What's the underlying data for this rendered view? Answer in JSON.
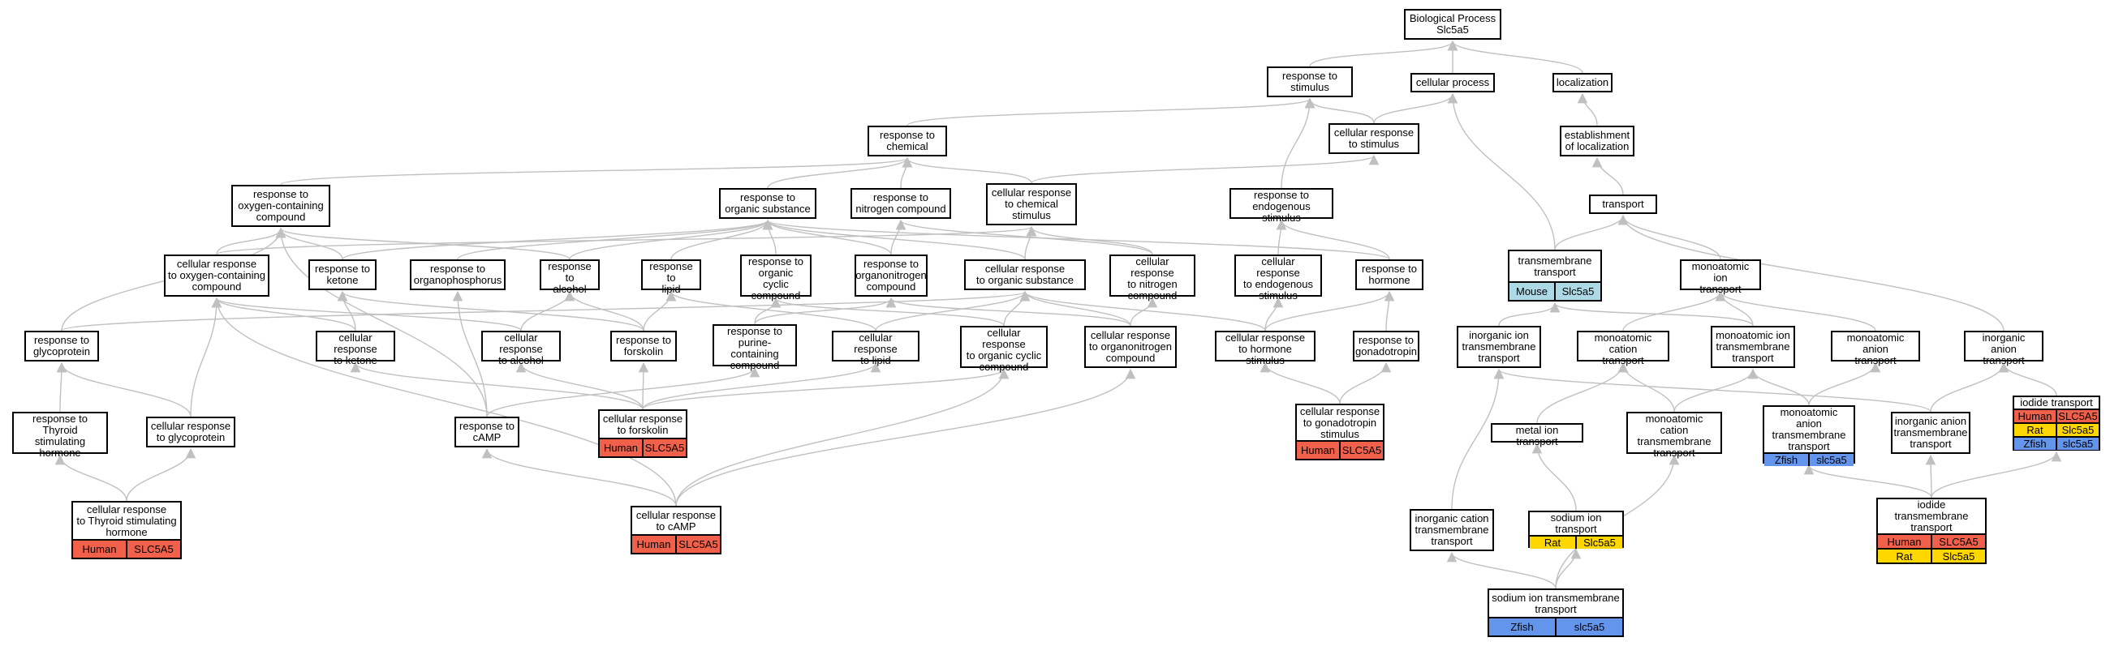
{
  "colors": {
    "edge": "#c0c0c0",
    "Human": "#f0604a",
    "Mouse": "#add8e6",
    "Rat": "#ffd700",
    "Zfish": "#6495ed"
  },
  "nodes": [
    {
      "id": "bp",
      "label": "Biological Process\nSlc5a5"
    },
    {
      "id": "rstim",
      "label": "response to\nstimulus"
    },
    {
      "id": "cproc",
      "label": "cellular process"
    },
    {
      "id": "loc",
      "label": "localization"
    },
    {
      "id": "rchem",
      "label": "response to\nchemical"
    },
    {
      "id": "crstim",
      "label": "cellular response\nto stimulus"
    },
    {
      "id": "estloc",
      "label": "establishment\nof localization"
    },
    {
      "id": "roxy",
      "label": "response to\noxygen-containing\ncompound"
    },
    {
      "id": "rorg",
      "label": "response to\norganic substance"
    },
    {
      "id": "rnit",
      "label": "response to\nnitrogen compound"
    },
    {
      "id": "crchem",
      "label": "cellular response\nto chemical\nstimulus"
    },
    {
      "id": "rendo",
      "label": "response to\nendogenous stimulus"
    },
    {
      "id": "transport",
      "label": "transport"
    },
    {
      "id": "croxy",
      "label": "cellular response\nto oxygen-containing\ncompound"
    },
    {
      "id": "rket",
      "label": "response to\nketone"
    },
    {
      "id": "rophos",
      "label": "response to\norganophosphorus"
    },
    {
      "id": "ralc",
      "label": "response to\nalcohol"
    },
    {
      "id": "rlip",
      "label": "response to\nlipid"
    },
    {
      "id": "rocyc",
      "label": "response to\norganic cyclic\ncompound"
    },
    {
      "id": "ronit",
      "label": "response to\norganonitrogen\ncompound"
    },
    {
      "id": "crorg",
      "label": "cellular response\nto organic substance"
    },
    {
      "id": "crnit",
      "label": "cellular response\nto nitrogen\ncompound"
    },
    {
      "id": "crendo",
      "label": "cellular response\nto endogenous\nstimulus"
    },
    {
      "id": "rhorm",
      "label": "response to\nhormone"
    },
    {
      "id": "tmt",
      "label": "transmembrane\ntransport",
      "ann": [
        [
          {
            "sp": "Mouse",
            "gene": "Slc5a5"
          }
        ]
      ]
    },
    {
      "id": "mit",
      "label": "monoatomic ion\ntransport"
    },
    {
      "id": "rglyco",
      "label": "response to\nglycoprotein"
    },
    {
      "id": "crket",
      "label": "cellular response\nto ketone"
    },
    {
      "id": "cralc",
      "label": "cellular response\nto alcohol"
    },
    {
      "id": "rforsk",
      "label": "response to\nforskolin"
    },
    {
      "id": "rpur",
      "label": "response to\npurine-containing\ncompound"
    },
    {
      "id": "crlip",
      "label": "cellular response\nto lipid"
    },
    {
      "id": "crocyc",
      "label": "cellular response\nto organic cyclic\ncompound"
    },
    {
      "id": "cronit",
      "label": "cellular response\nto organonitrogen\ncompound"
    },
    {
      "id": "crhorm",
      "label": "cellular response\nto hormone stimulus"
    },
    {
      "id": "rgonad",
      "label": "response to\ngonadotropin"
    },
    {
      "id": "iitmt",
      "label": "inorganic ion\ntransmembrane\ntransport"
    },
    {
      "id": "mcat",
      "label": "monoatomic cation\ntransport"
    },
    {
      "id": "mitmt",
      "label": "monoatomic ion\ntransmembrane\ntransport"
    },
    {
      "id": "mant",
      "label": "monoatomic anion\ntransport"
    },
    {
      "id": "iant",
      "label": "inorganic anion\ntransport"
    },
    {
      "id": "iodt",
      "label": "iodide transport",
      "ann": [
        [
          {
            "sp": "Human",
            "gene": "SLC5A5"
          }
        ],
        [
          {
            "sp": "Rat",
            "gene": "Slc5a5"
          }
        ],
        [
          {
            "sp": "Zfish",
            "gene": "slc5a5"
          }
        ]
      ]
    },
    {
      "id": "rtsh",
      "label": "response to\nThyroid stimulating\nhormone"
    },
    {
      "id": "crglyco",
      "label": "cellular response\nto glycoprotein"
    },
    {
      "id": "rcamp",
      "label": "response to\ncAMP"
    },
    {
      "id": "crforsk",
      "label": "cellular response\nto forskolin",
      "ann": [
        [
          {
            "sp": "Human",
            "gene": "SLC5A5"
          }
        ]
      ]
    },
    {
      "id": "crgonad",
      "label": "cellular response\nto gonadotropin\nstimulus",
      "ann": [
        [
          {
            "sp": "Human",
            "gene": "SLC5A5"
          }
        ]
      ]
    },
    {
      "id": "metal",
      "label": "metal ion transport"
    },
    {
      "id": "mcattmt",
      "label": "monoatomic cation\ntransmembrane\ntransport"
    },
    {
      "id": "manittmt",
      "label": "monoatomic anion\ntransmembrane\ntransport",
      "ann": [
        [
          {
            "sp": "Zfish",
            "gene": "slc5a5"
          }
        ]
      ]
    },
    {
      "id": "iantmt",
      "label": "inorganic anion\ntransmembrane\ntransport"
    },
    {
      "id": "crtsh",
      "label": "cellular response\nto Thyroid stimulating\nhormone",
      "ann": [
        [
          {
            "sp": "Human",
            "gene": "SLC5A5"
          }
        ]
      ]
    },
    {
      "id": "crcamp",
      "label": "cellular response\nto cAMP",
      "ann": [
        [
          {
            "sp": "Human",
            "gene": "SLC5A5"
          }
        ]
      ]
    },
    {
      "id": "icattmt",
      "label": "inorganic cation\ntransmembrane\ntransport"
    },
    {
      "id": "sodt",
      "label": "sodium ion transport",
      "ann": [
        [
          {
            "sp": "Rat",
            "gene": "Slc5a5"
          }
        ]
      ]
    },
    {
      "id": "iodtmt",
      "label": "iodide transmembrane\ntransport",
      "ann": [
        [
          {
            "sp": "Human",
            "gene": "SLC5A5"
          }
        ],
        [
          {
            "sp": "Rat",
            "gene": "Slc5a5"
          }
        ]
      ]
    },
    {
      "id": "sodtmt",
      "label": "sodium ion transmembrane\ntransport",
      "ann": [
        [
          {
            "sp": "Zfish",
            "gene": "slc5a5"
          }
        ]
      ]
    }
  ],
  "edges": [
    [
      "rstim",
      "bp"
    ],
    [
      "cproc",
      "bp"
    ],
    [
      "loc",
      "bp"
    ],
    [
      "rchem",
      "rstim"
    ],
    [
      "crstim",
      "rstim"
    ],
    [
      "crstim",
      "cproc"
    ],
    [
      "estloc",
      "loc"
    ],
    [
      "transport",
      "estloc"
    ],
    [
      "tmt",
      "transport"
    ],
    [
      "tmt",
      "cproc"
    ],
    [
      "roxy",
      "rchem"
    ],
    [
      "rorg",
      "rchem"
    ],
    [
      "rnit",
      "rchem"
    ],
    [
      "crchem",
      "rchem"
    ],
    [
      "crchem",
      "crstim"
    ],
    [
      "rendo",
      "rstim"
    ],
    [
      "croxy",
      "roxy"
    ],
    [
      "rket",
      "roxy"
    ],
    [
      "ralc",
      "roxy"
    ],
    [
      "rglyco",
      "roxy"
    ],
    [
      "rcamp",
      "roxy"
    ],
    [
      "rket",
      "rorg"
    ],
    [
      "ralc",
      "rorg"
    ],
    [
      "rlip",
      "rorg"
    ],
    [
      "rocyc",
      "rorg"
    ],
    [
      "ronit",
      "rorg"
    ],
    [
      "rhorm",
      "rorg"
    ],
    [
      "rophos",
      "rorg"
    ],
    [
      "ronit",
      "rnit"
    ],
    [
      "crnit",
      "rnit"
    ],
    [
      "croxy",
      "crchem"
    ],
    [
      "crorg",
      "crchem"
    ],
    [
      "crnit",
      "crchem"
    ],
    [
      "crendo",
      "rendo"
    ],
    [
      "rhorm",
      "rendo"
    ],
    [
      "crorg",
      "rorg"
    ],
    [
      "crket",
      "rket"
    ],
    [
      "crket",
      "croxy"
    ],
    [
      "cralc",
      "ralc"
    ],
    [
      "cralc",
      "croxy"
    ],
    [
      "rforsk",
      "ralc"
    ],
    [
      "rforsk",
      "rket"
    ],
    [
      "rforsk",
      "rlip"
    ],
    [
      "crlip",
      "rlip"
    ],
    [
      "crlip",
      "crorg"
    ],
    [
      "crocyc",
      "rocyc"
    ],
    [
      "crocyc",
      "crorg"
    ],
    [
      "cronit",
      "ronit"
    ],
    [
      "cronit",
      "crorg"
    ],
    [
      "cronit",
      "crnit"
    ],
    [
      "rpur",
      "rocyc"
    ],
    [
      "rpur",
      "ronit"
    ],
    [
      "rcamp",
      "rpur"
    ],
    [
      "rcamp",
      "rophos"
    ],
    [
      "crhorm",
      "rhorm"
    ],
    [
      "crhorm",
      "crorg"
    ],
    [
      "crhorm",
      "crendo"
    ],
    [
      "rgonad",
      "rhorm"
    ],
    [
      "crgonad",
      "rgonad"
    ],
    [
      "crgonad",
      "crhorm"
    ],
    [
      "rglyco",
      "crorg"
    ],
    [
      "crglyco",
      "rglyco"
    ],
    [
      "crglyco",
      "croxy"
    ],
    [
      "rtsh",
      "rglyco"
    ],
    [
      "crtsh",
      "rtsh"
    ],
    [
      "crtsh",
      "crglyco"
    ],
    [
      "crforsk",
      "rforsk"
    ],
    [
      "crforsk",
      "cralc"
    ],
    [
      "crforsk",
      "crket"
    ],
    [
      "crforsk",
      "crlip"
    ],
    [
      "crforsk",
      "crocyc"
    ],
    [
      "crcamp",
      "rcamp"
    ],
    [
      "crcamp",
      "cronit"
    ],
    [
      "crcamp",
      "crocyc"
    ],
    [
      "crcamp",
      "croxy"
    ],
    [
      "mit",
      "transport"
    ],
    [
      "mcat",
      "mit"
    ],
    [
      "mitmt",
      "mit"
    ],
    [
      "mitmt",
      "tmt"
    ],
    [
      "mant",
      "mit"
    ],
    [
      "iitmt",
      "tmt"
    ],
    [
      "iant",
      "transport"
    ],
    [
      "iodt",
      "iant"
    ],
    [
      "metal",
      "mcat"
    ],
    [
      "mcattmt",
      "mcat"
    ],
    [
      "mcattmt",
      "mitmt"
    ],
    [
      "manittmt",
      "mant"
    ],
    [
      "manittmt",
      "mitmt"
    ],
    [
      "iantmt",
      "iant"
    ],
    [
      "iantmt",
      "iitmt"
    ],
    [
      "iodtmt",
      "iodt"
    ],
    [
      "iodtmt",
      "iantmt"
    ],
    [
      "iodtmt",
      "manittmt"
    ],
    [
      "icattmt",
      "iitmt"
    ],
    [
      "sodt",
      "metal"
    ],
    [
      "sodtmt",
      "sodt"
    ],
    [
      "sodtmt",
      "mcattmt"
    ],
    [
      "sodtmt",
      "icattmt"
    ]
  ]
}
